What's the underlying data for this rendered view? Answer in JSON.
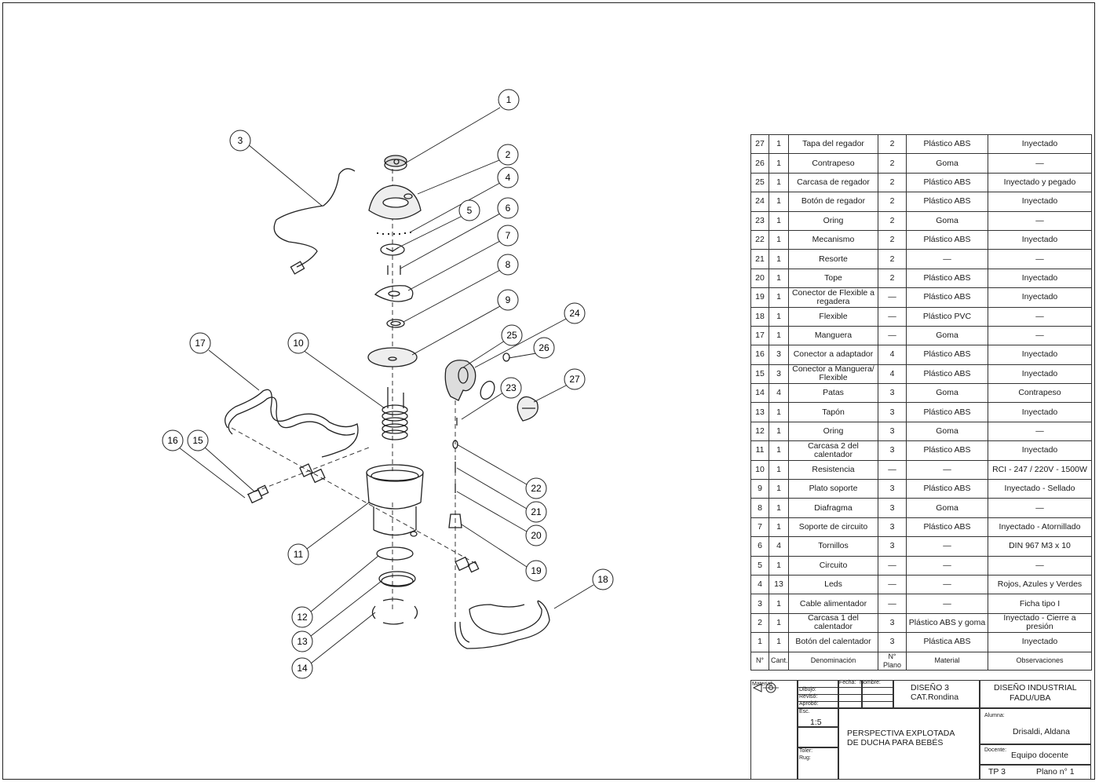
{
  "callouts": [
    {
      "n": "1"
    },
    {
      "n": "2"
    },
    {
      "n": "3"
    },
    {
      "n": "4"
    },
    {
      "n": "5"
    },
    {
      "n": "6"
    },
    {
      "n": "7"
    },
    {
      "n": "8"
    },
    {
      "n": "9"
    },
    {
      "n": "10"
    },
    {
      "n": "11"
    },
    {
      "n": "12"
    },
    {
      "n": "13"
    },
    {
      "n": "14"
    },
    {
      "n": "15"
    },
    {
      "n": "16"
    },
    {
      "n": "17"
    },
    {
      "n": "18"
    },
    {
      "n": "19"
    },
    {
      "n": "20"
    },
    {
      "n": "21"
    },
    {
      "n": "22"
    },
    {
      "n": "23"
    },
    {
      "n": "24"
    },
    {
      "n": "25"
    },
    {
      "n": "26"
    },
    {
      "n": "27"
    }
  ],
  "bom": {
    "headers": [
      "N°",
      "Cant.",
      "Denominación",
      "N° Plano",
      "Material",
      "Observaciones"
    ],
    "rows": [
      [
        "27",
        "1",
        "Tapa del regador",
        "2",
        "Plástico ABS",
        "Inyectado"
      ],
      [
        "26",
        "1",
        "Contrapeso",
        "2",
        "Goma",
        "—"
      ],
      [
        "25",
        "1",
        "Carcasa de regador",
        "2",
        "Plástico ABS",
        "Inyectado y pegado"
      ],
      [
        "24",
        "1",
        "Botón de regador",
        "2",
        "Plástico ABS",
        "Inyectado"
      ],
      [
        "23",
        "1",
        "Oring",
        "2",
        "Goma",
        "—"
      ],
      [
        "22",
        "1",
        "Mecanismo",
        "2",
        "Plástico ABS",
        "Inyectado"
      ],
      [
        "21",
        "1",
        "Resorte",
        "2",
        "—",
        "—"
      ],
      [
        "20",
        "1",
        "Tope",
        "2",
        "Plástico ABS",
        "Inyectado"
      ],
      [
        "19",
        "1",
        "Conector de Flexible a regadera",
        "—",
        "Plástico ABS",
        "Inyectado"
      ],
      [
        "18",
        "1",
        "Flexible",
        "—",
        "Plástico PVC",
        "—"
      ],
      [
        "17",
        "1",
        "Manguera",
        "—",
        "Goma",
        "—"
      ],
      [
        "16",
        "3",
        "Conector a adaptador",
        "4",
        "Plástico ABS",
        "Inyectado"
      ],
      [
        "15",
        "3",
        "Conector a Manguera/ Flexible",
        "4",
        "Plástico ABS",
        "Inyectado"
      ],
      [
        "14",
        "4",
        "Patas",
        "3",
        "Goma",
        "Contrapeso"
      ],
      [
        "13",
        "1",
        "Tapón",
        "3",
        "Plástico ABS",
        "Inyectado"
      ],
      [
        "12",
        "1",
        "Oring",
        "3",
        "Goma",
        "—"
      ],
      [
        "11",
        "1",
        "Carcasa 2 del calentador",
        "3",
        "Plástico ABS",
        "Inyectado"
      ],
      [
        "10",
        "1",
        "Resistencia",
        "—",
        "—",
        "RCI - 247 / 220V - 1500W"
      ],
      [
        "9",
        "1",
        "Plato soporte",
        "3",
        "Plástico ABS",
        "Inyectado - Sellado"
      ],
      [
        "8",
        "1",
        "Diafragma",
        "3",
        "Goma",
        "—"
      ],
      [
        "7",
        "1",
        "Soporte de circuito",
        "3",
        "Plástico ABS",
        "Inyectado - Atornillado"
      ],
      [
        "6",
        "4",
        "Tornillos",
        "3",
        "—",
        "DIN 967 M3 x 10"
      ],
      [
        "5",
        "1",
        "Circuito",
        "—",
        "—",
        "—"
      ],
      [
        "4",
        "13",
        "Leds",
        "—",
        "—",
        "Rojos, Azules y Verdes"
      ],
      [
        "3",
        "1",
        "Cable alimentador",
        "—",
        "—",
        "Ficha tipo I"
      ],
      [
        "2",
        "1",
        "Carcasa 1 del calentador",
        "3",
        "Plástico ABS y goma",
        "Inyectado - Cierre a presión"
      ],
      [
        "1",
        "1",
        "Botón del calentador",
        "3",
        "Plástica ABS",
        "Inyectado"
      ]
    ]
  },
  "titleblock": {
    "material_label": "Material:",
    "fecha_label": "Fecha:",
    "nombre_label": "Nombre:",
    "dibujo_label": "Dibujo:",
    "reviso_label": "Revisó:",
    "aprobo_label": "Aprobó:",
    "esc_label": "Esc.",
    "scale": "1:5",
    "toler_label": "Toler:",
    "rug_label": "Rug:",
    "course": "DISEÑO 3",
    "chair": "CAT.Rondina",
    "school": "DISEÑO INDUSTRIAL",
    "university": "FADU/UBA",
    "title_line1": "PERSPECTIVA EXPLOTADA",
    "title_line2": "DE DUCHA PARA BEBÉS",
    "alumna_label": "Alumna:",
    "alumna": "Drisaldi, Aldana",
    "docente_label": "Docente:",
    "docente": "Equipo docente",
    "tp": "TP 3",
    "plano": "Plano n° 1"
  }
}
